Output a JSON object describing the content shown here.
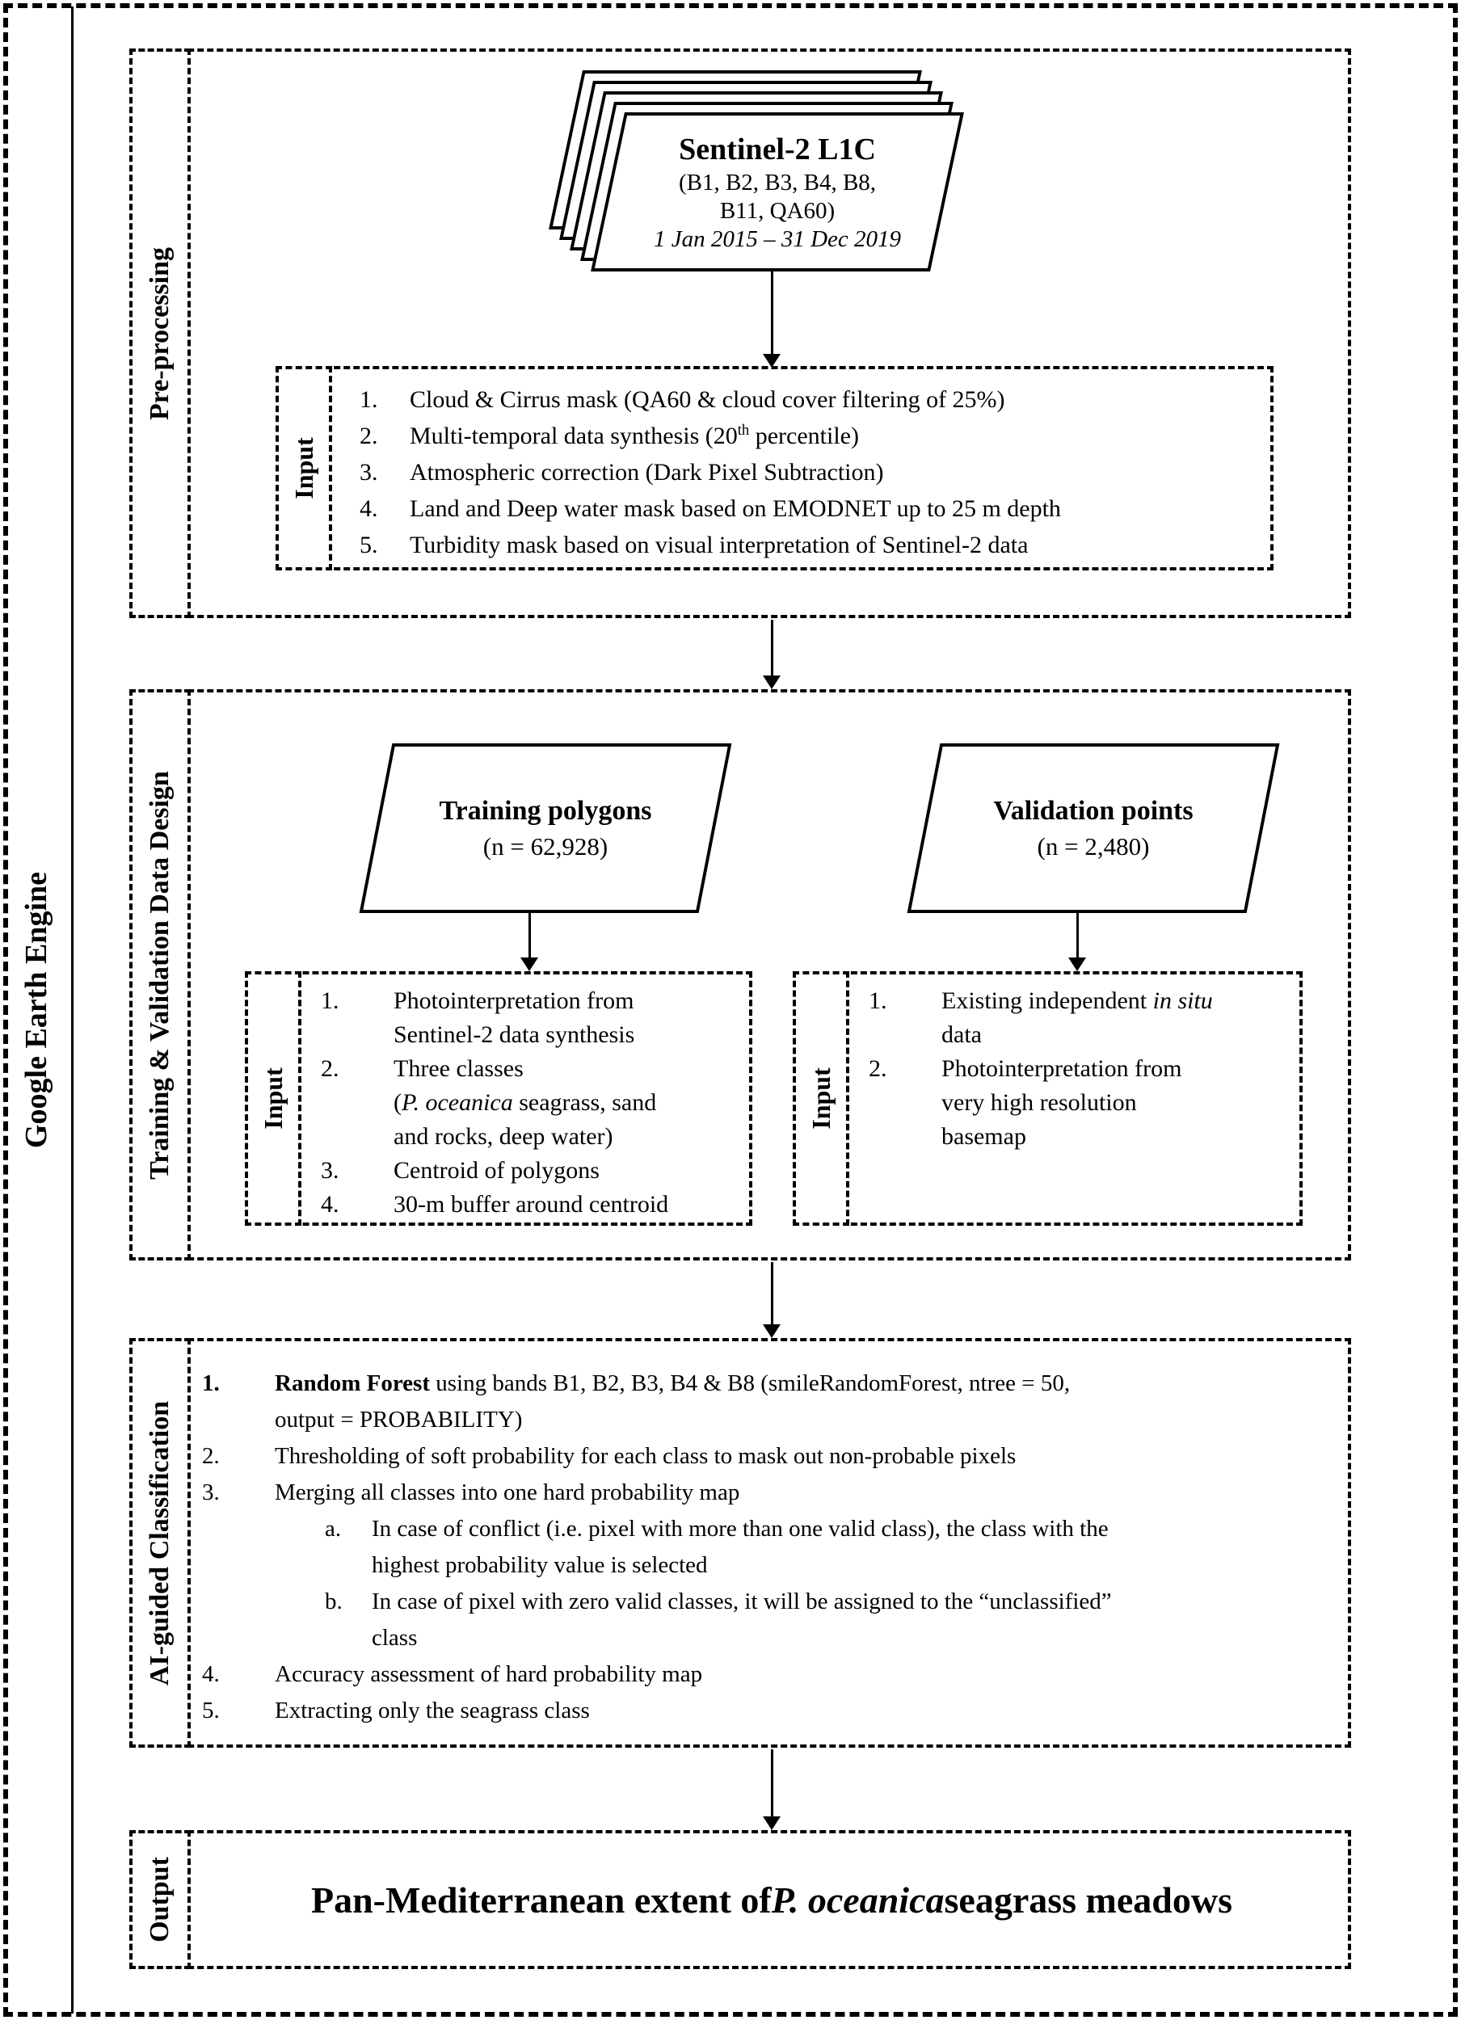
{
  "colors": {
    "ink": "#000000",
    "paper": "#ffffff"
  },
  "frame": {
    "label": "Google Earth Engine"
  },
  "preprocessing": {
    "label": "Pre-processing",
    "card": {
      "title": "Sentinel-2 L1C",
      "bands_line1": "(B1, B2, B3, B4, B8,",
      "bands_line2": "B11, QA60)",
      "date_range": "1 Jan 2015 – 31 Dec 2019"
    },
    "input": {
      "label": "Input",
      "items": [
        {
          "marker": "1.",
          "segments": [
            {
              "t": "Cloud & Cirrus mask (QA60 & cloud cover filtering of 25%)"
            }
          ]
        },
        {
          "marker": "2.",
          "segments": [
            {
              "t": "Multi-temporal data synthesis (20"
            },
            {
              "t": "th",
              "s": "sup"
            },
            {
              "t": " percentile)"
            }
          ]
        },
        {
          "marker": "3.",
          "segments": [
            {
              "t": "Atmospheric correction (Dark Pixel Subtraction)"
            }
          ]
        },
        {
          "marker": "4.",
          "segments": [
            {
              "t": "Land and Deep water mask based on EMODNET up to 25 m depth"
            }
          ]
        },
        {
          "marker": "5.",
          "segments": [
            {
              "t": "Turbidity mask based on visual interpretation of Sentinel-2 data"
            }
          ]
        }
      ]
    }
  },
  "training_validation": {
    "label": "Training & Validation Data Design",
    "training_shape": {
      "title": "Training polygons",
      "count": "(n = 62,928)"
    },
    "validation_shape": {
      "title": "Validation points",
      "count": "(n = 2,480)"
    },
    "training_input": {
      "label": "Input",
      "items": [
        {
          "marker": "1.",
          "segments": [
            {
              "t": "Photointerpretation from"
            },
            {
              "br": true
            },
            {
              "t": "Sentinel-2 data synthesis"
            }
          ]
        },
        {
          "marker": "2.",
          "segments": [
            {
              "t": "Three classes"
            },
            {
              "br": true
            },
            {
              "t": "("
            },
            {
              "t": "P. oceanica",
              "s": "italic"
            },
            {
              "t": " seagrass, sand"
            },
            {
              "br": true
            },
            {
              "t": "and rocks, deep water)"
            }
          ]
        },
        {
          "marker": "3.",
          "segments": [
            {
              "t": "Centroid of polygons"
            }
          ]
        },
        {
          "marker": "4.",
          "segments": [
            {
              "t": "30-m buffer around centroid"
            }
          ]
        }
      ]
    },
    "validation_input": {
      "label": "Input",
      "items": [
        {
          "marker": "1.",
          "segments": [
            {
              "t": "Existing independent "
            },
            {
              "t": "in situ",
              "s": "italic"
            },
            {
              "br": true
            },
            {
              "t": "data"
            }
          ]
        },
        {
          "marker": "2.",
          "segments": [
            {
              "t": "Photointerpretation from"
            },
            {
              "br": true
            },
            {
              "t": "very high resolution"
            },
            {
              "br": true
            },
            {
              "t": "basemap"
            }
          ]
        }
      ]
    }
  },
  "classification": {
    "label": "AI-guided Classification",
    "items": [
      {
        "marker": "1.",
        "bold_marker": true,
        "segments": [
          {
            "t": "Random Forest",
            "s": "bold"
          },
          {
            "t": " using bands B1, B2, B3, B4 & B8 (smileRandomForest, ntree = 50,"
          },
          {
            "br": true
          },
          {
            "t": "output = PROBABILITY)"
          }
        ]
      },
      {
        "marker": "2.",
        "segments": [
          {
            "t": "Thresholding of soft probability for each class to mask out non-probable pixels"
          }
        ]
      },
      {
        "marker": "3.",
        "segments": [
          {
            "t": "Merging all classes into one hard probability map"
          }
        ]
      },
      {
        "marker": "a.",
        "level": 2,
        "segments": [
          {
            "t": "In case of conflict (i.e. pixel with more than one valid class), the class with the"
          },
          {
            "br": true
          },
          {
            "t": "highest probability value is selected"
          }
        ]
      },
      {
        "marker": "b.",
        "level": 2,
        "segments": [
          {
            "t": "In case of pixel with zero valid classes, it will be assigned to the “unclassified”"
          },
          {
            "br": true
          },
          {
            "t": "class"
          }
        ]
      },
      {
        "marker": "4.",
        "segments": [
          {
            "t": "Accuracy assessment of hard probability map"
          }
        ]
      },
      {
        "marker": "5.",
        "segments": [
          {
            "t": "Extracting only the seagrass class"
          }
        ]
      }
    ]
  },
  "output": {
    "label": "Output",
    "title_segments": [
      {
        "t": "Pan-Mediterranean extent of ",
        "s": "bold"
      },
      {
        "t": "P. oceanica",
        "s": "bolditalic"
      },
      {
        "t": " seagrass meadows",
        "s": "bold"
      }
    ]
  }
}
